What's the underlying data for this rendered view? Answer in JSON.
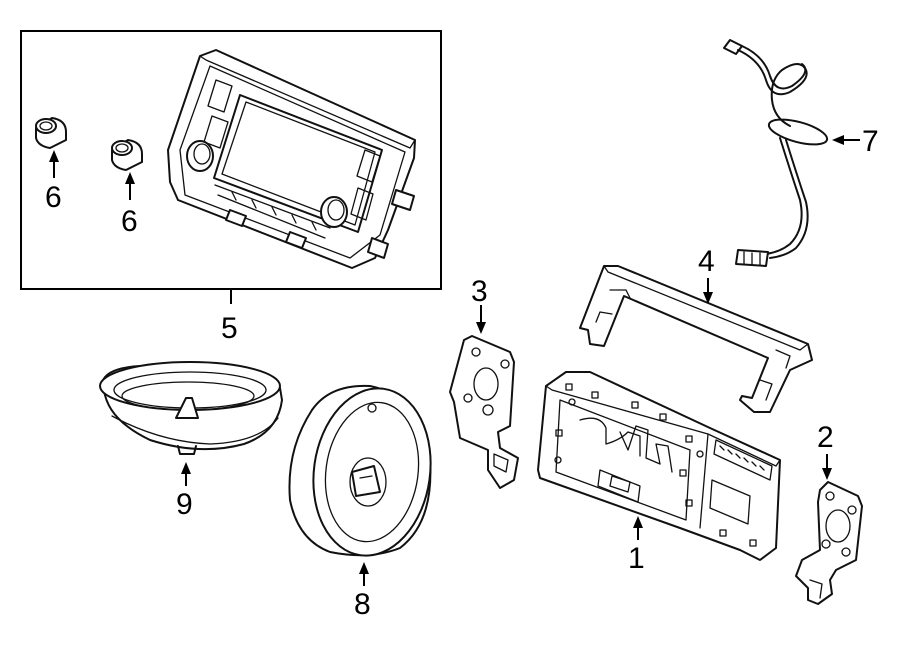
{
  "callouts": {
    "c1": "1",
    "c2": "2",
    "c3": "3",
    "c4": "4",
    "c5": "5",
    "c6a": "6",
    "c6b": "6",
    "c7": "7",
    "c8": "8",
    "c9": "9"
  },
  "colors": {
    "line": "#111111",
    "background": "#ffffff"
  }
}
